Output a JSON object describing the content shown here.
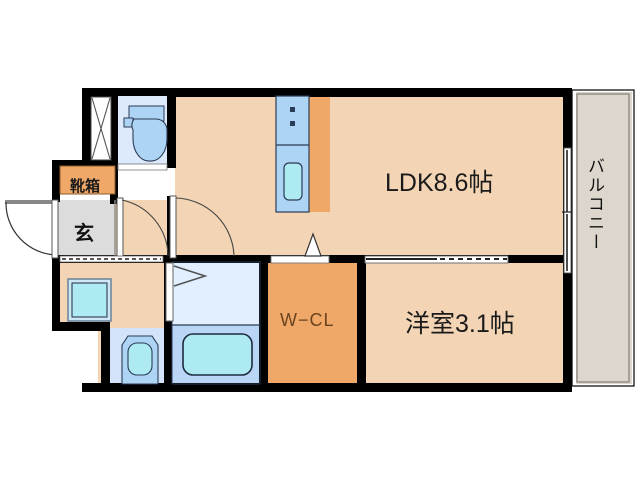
{
  "plan": {
    "type": "japanese-apartment-floor-plan",
    "rooms": [
      {
        "key": "ldk",
        "label": "LDK8.6帖",
        "area_jo": 8.6,
        "fill": "#f3d5b5"
      },
      {
        "key": "bedroom",
        "label": "洋室3.1帖",
        "area_jo": 3.1,
        "fill": "#f3d5b5"
      },
      {
        "key": "wcl",
        "label": "W−CL",
        "fill": "#f0a868"
      },
      {
        "key": "genkan",
        "label": "玄",
        "fill": "#dcdcdc"
      },
      {
        "key": "shoebox",
        "label": "靴箱",
        "fill": "#f0a868"
      },
      {
        "key": "balcony",
        "label": "バルコニー",
        "fill": "#ddd6cd"
      }
    ],
    "fixtures": [
      {
        "name": "kitchen-stove",
        "burners": 2
      },
      {
        "name": "kitchen-sink"
      },
      {
        "name": "toilet-upper"
      },
      {
        "name": "toilet-lower"
      },
      {
        "name": "washbasin"
      },
      {
        "name": "bathtub"
      },
      {
        "name": "storage-closet"
      }
    ],
    "colors": {
      "wall": "#000000",
      "floor": "#f3d5b5",
      "closet_orange": "#f0a868",
      "water_fixture": "#aed4f5",
      "water_fixture_light": "#dceafb",
      "basin_fill": "#aeeaf2",
      "genkan_gray": "#dcdcdc",
      "balcony_gray": "#ddd6cd",
      "label_text": "#1a1a1a",
      "wcl_text": "#6b4320"
    }
  }
}
